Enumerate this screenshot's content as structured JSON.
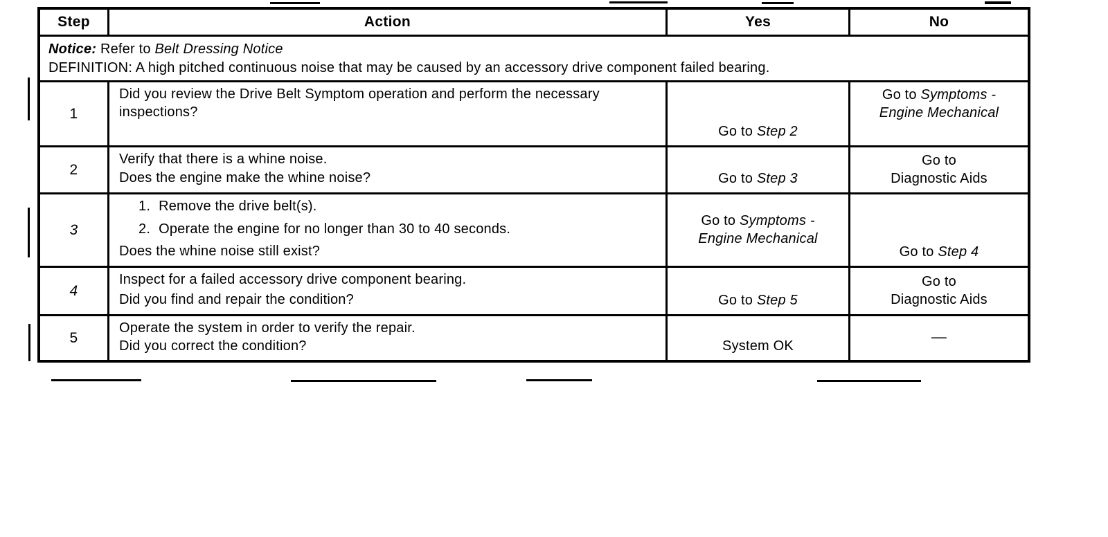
{
  "table": {
    "columns": [
      {
        "label": "Step"
      },
      {
        "label": "Action"
      },
      {
        "label": "Yes"
      },
      {
        "label": "No"
      }
    ],
    "notice": {
      "label": "Notice:",
      "prefix": "Refer to",
      "reference": "Belt Dressing Notice"
    },
    "definition": "DEFINITION: A high pitched continuous noise that may be caused by an accessory drive component failed bearing.",
    "rows": [
      {
        "step": "1",
        "action": {
          "question": "Did you review the Drive Belt Symptom operation and perform the necessary inspections?"
        },
        "yes": {
          "prefix": "Go to ",
          "target": "Step 2"
        },
        "no": {
          "prefix": "Go to ",
          "target_line1": "Symptoms -",
          "target_line2": "Engine Mechanical"
        }
      },
      {
        "step": "2",
        "action": {
          "instruction": "Verify that there is a whine noise.",
          "question": "Does the engine make the whine noise?"
        },
        "yes": {
          "prefix": "Go to ",
          "target": "Step 3"
        },
        "no": {
          "line1": "Go to",
          "line2": "Diagnostic Aids"
        }
      },
      {
        "step": "3",
        "action": {
          "list": [
            {
              "num": "1.",
              "text": "Remove the drive belt(s)."
            },
            {
              "num": "2.",
              "text": "Operate the engine for no longer than 30 to 40 seconds."
            }
          ],
          "question": "Does the whine noise still exist?"
        },
        "yes": {
          "prefix": "Go to ",
          "target_line1": "Symptoms -",
          "target_line2": "Engine Mechanical"
        },
        "no": {
          "prefix": "Go to ",
          "target": "Step 4"
        }
      },
      {
        "step": "4",
        "action": {
          "instruction": "Inspect for a failed accessory drive component bearing.",
          "question": "Did you find and repair the condition?"
        },
        "yes": {
          "prefix": "Go to ",
          "target": "Step 5"
        },
        "no": {
          "line1": "Go to",
          "line2": "Diagnostic Aids"
        }
      },
      {
        "step": "5",
        "action": {
          "instruction": "Operate the system in order to verify the repair.",
          "question": "Did you correct the condition?"
        },
        "yes": {
          "text": "System OK"
        },
        "no": {
          "text": "—"
        }
      }
    ]
  }
}
